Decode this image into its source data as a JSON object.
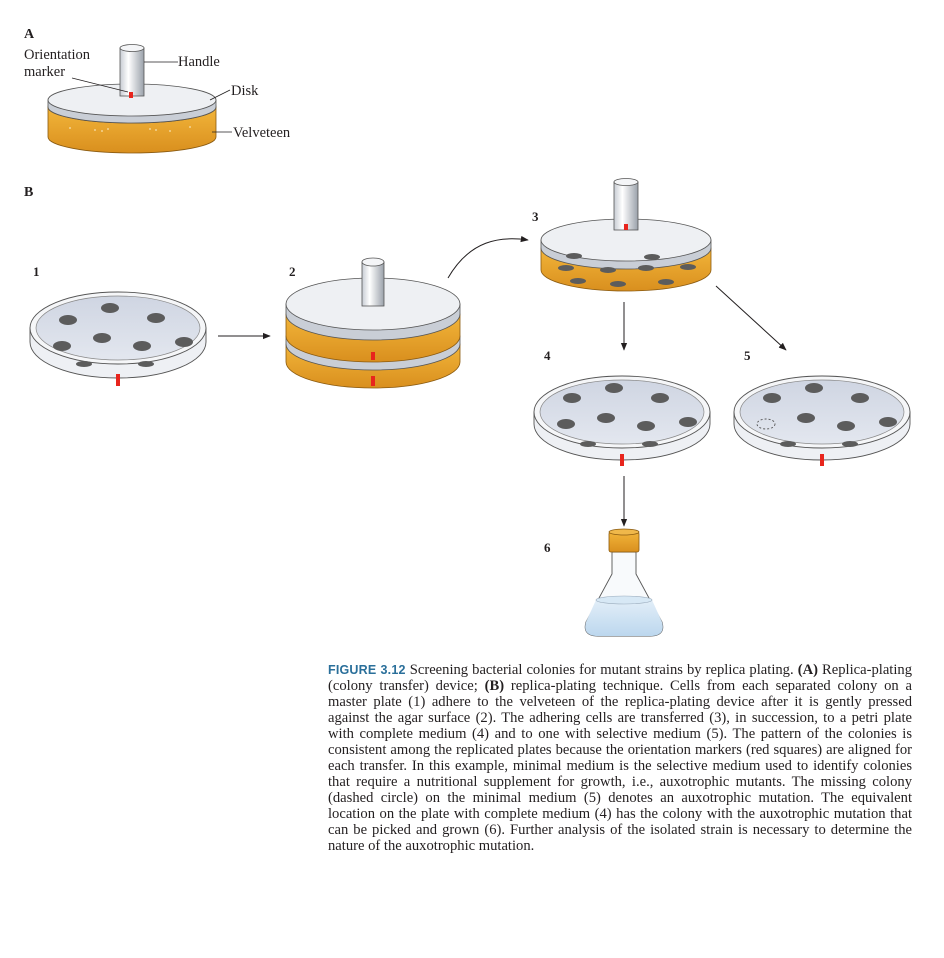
{
  "colors": {
    "velveteen": "#e8a42a",
    "velveteen_dark": "#c9851a",
    "agar": "#d6dbe6",
    "colony": "#5c5c5c",
    "marker": "#e8251d",
    "figure_label": "#2a6f9a",
    "medium": "#cfe3f2"
  },
  "panel_a": {
    "label": "A",
    "callouts": {
      "orientation_marker_line1": "Orientation",
      "orientation_marker_line2": "marker",
      "handle": "Handle",
      "disk": "Disk",
      "velveteen": "Velveteen"
    }
  },
  "panel_b": {
    "label": "B",
    "steps": [
      "1",
      "2",
      "3",
      "4",
      "5",
      "6"
    ]
  },
  "caption": {
    "figure_label": "FIGURE 3.12",
    "title": "Screening bacterial colonies for mutant strains by replica plating.",
    "part_a_tag": "(A)",
    "part_a_text": "Replica-plating (colony transfer) device;",
    "part_b_tag": "(B)",
    "body": "replica-plating technique. Cells from each separated colony on a master plate (1) adhere to the velveteen of the replica-plating device after it is gently pressed against the agar surface (2). The adhering cells are transferred (3), in succession, to a petri plate with complete medium (4) and to one with selective medium (5). The pattern of the colonies is consistent among the replicated plates because the orientation markers (red squares) are aligned for each transfer. In this example, minimal medium is the selective medium used to identify colonies that require a nutritional supplement for growth, i.e., auxotrophic mutants. The missing colony (dashed circle) on the minimal medium (5) denotes an auxotrophic mutation. The equivalent location on the plate with complete medium (4) has the colony with the auxotrophic mutation that can be picked and grown (6). Further analysis of the isolated strain is necessary to determine the nature of the auxotrophic mutation."
  }
}
